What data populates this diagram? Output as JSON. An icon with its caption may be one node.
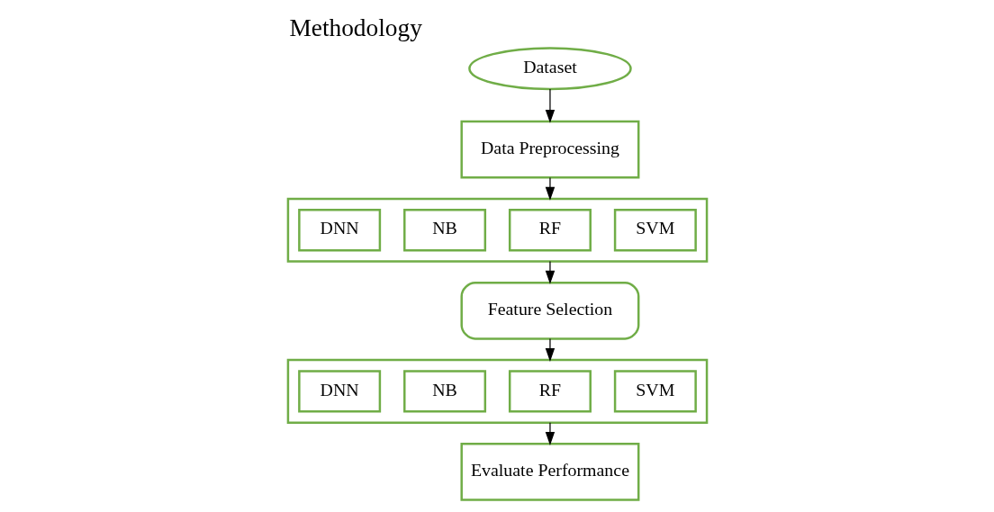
{
  "diagram": {
    "title": "Methodology",
    "nodes": [
      {
        "text": [
          "Dataset"
        ]
      },
      {
        "text": [
          "Data Preprocessing"
        ]
      },
      {
        "text": [],
        "shape": "box"
      },
      {
        "text": [
          "DNN"
        ],
        "in": 2
      },
      {
        "text": [
          "NB"
        ],
        "in": 2
      },
      {
        "text": [
          "RF"
        ],
        "in": 2
      },
      {
        "text": [
          "SVM"
        ],
        "in": 2
      },
      {
        "text": [
          "Feature Selection"
        ]
      },
      {
        "text": [],
        "shape": "box"
      },
      {
        "text": [
          "DNN"
        ],
        "in": 8
      },
      {
        "text": [
          "NB"
        ],
        "in": 8
      },
      {
        "text": [
          "RF"
        ],
        "in": 8
      },
      {
        "text": [
          "SVM"
        ],
        "in": 8
      },
      {
        "text": [
          "Evaluate Performance"
        ]
      }
    ],
    "edges": [
      {
        "from": 0,
        "to": 1,
        "arrow": "to"
      },
      {
        "from": 1,
        "to": 2,
        "arrow": "to"
      },
      {
        "from": 2,
        "to": 7,
        "arrow": "to"
      },
      {
        "from": 7,
        "to": 8,
        "arrow": "to"
      },
      {
        "from": 8,
        "to": 13,
        "arrow": "to"
      }
    ]
  }
}
